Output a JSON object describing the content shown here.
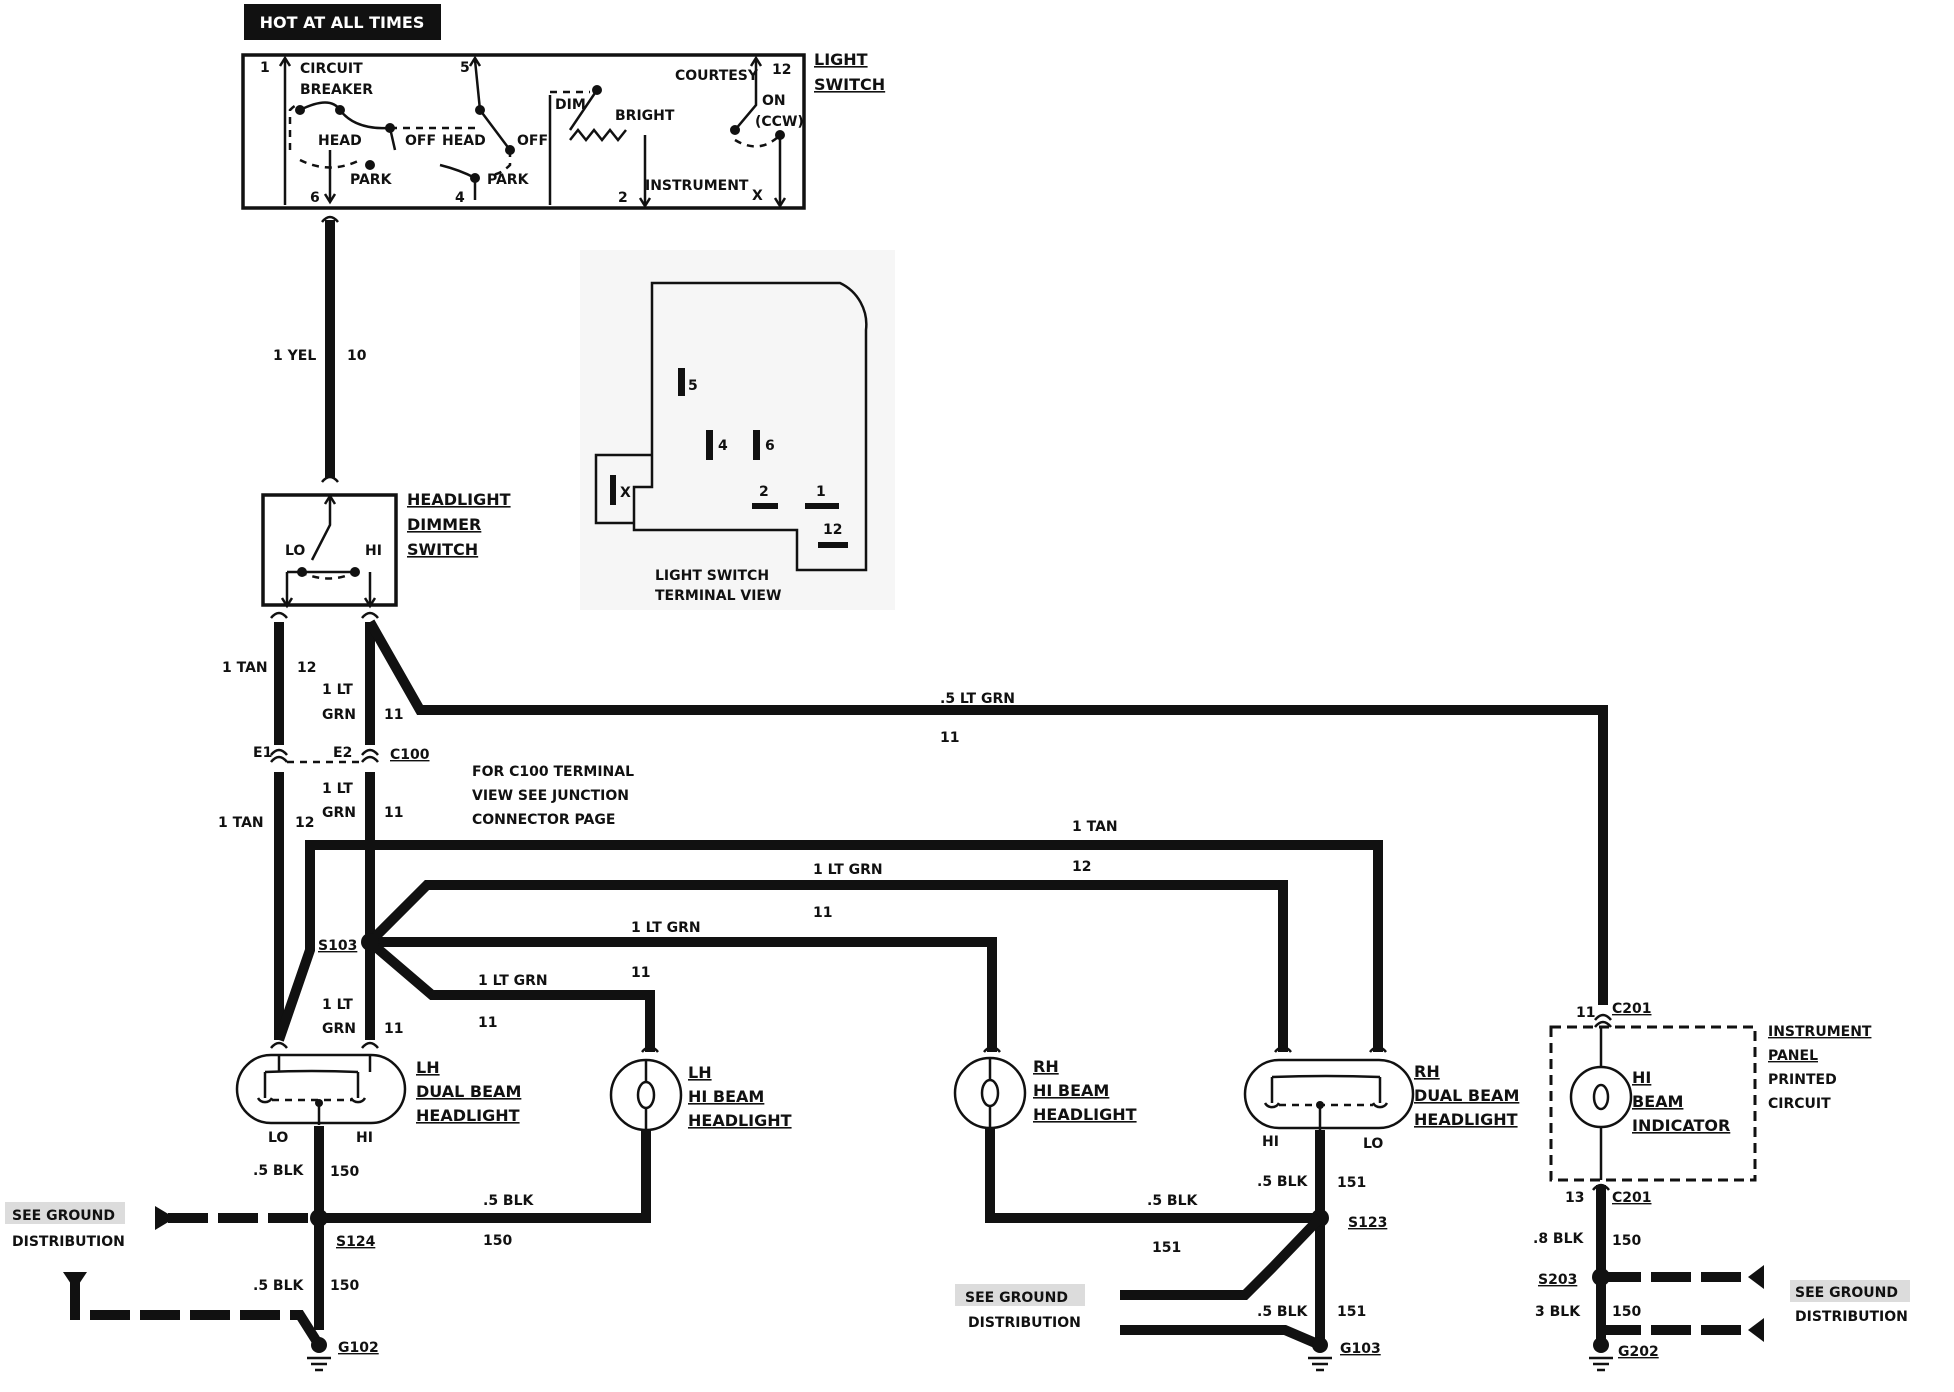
{
  "hot_at_all_times": "HOT AT ALL TIMES",
  "light_switch": {
    "title": [
      "LIGHT",
      "SWITCH"
    ],
    "pins": [
      "1",
      "5",
      "12",
      "6",
      "4",
      "2",
      "X"
    ],
    "circuit_breaker": [
      "CIRCUIT",
      "BREAKER"
    ],
    "courtesy": "COURTESY",
    "on": "ON",
    "ccw": "(CCW)",
    "dim": "DIM",
    "bright": "BRIGHT",
    "instrument": "INSTRUMENT",
    "head": "HEAD",
    "off": "OFF",
    "park": "PARK"
  },
  "terminal_view": {
    "title": [
      "LIGHT SWITCH",
      "TERMINAL VIEW"
    ],
    "terminals": [
      "5",
      "4",
      "6",
      "2",
      "1",
      "12",
      "X"
    ]
  },
  "dimmer_switch": {
    "title": [
      "HEADLIGHT",
      "DIMMER",
      "SWITCH"
    ],
    "lo": "LO",
    "hi": "HI"
  },
  "wires": {
    "yel_gauge": "1 YEL",
    "yel_circuit": "10",
    "tan_gauge": "1 TAN",
    "tan_circuit": "12",
    "lt_grn_gauge": [
      "1 LT",
      "GRN"
    ],
    "lt_grn_circuit": "11",
    "lt_grn_small": ".5 LT GRN",
    "lt_grn_one": "1 LT GRN",
    "blk_small": ".5 BLK",
    "blk_8": ".8 BLK",
    "blk_3": "3 BLK",
    "c150": "150",
    "c151": "151",
    "c13": "13",
    "c11": "11"
  },
  "connectors": {
    "e1": "E1",
    "e2": "E2",
    "c100": "C100",
    "c201": "C201",
    "s103": "S103",
    "s124": "S124",
    "s123": "S123",
    "s203": "S203",
    "g102": "G102",
    "g103": "G103",
    "g202": "G202"
  },
  "c100_note": [
    "FOR C100 TERMINAL",
    "VIEW SEE JUNCTION",
    "CONNECTOR PAGE"
  ],
  "lh_dual": {
    "label": [
      "LH",
      "DUAL BEAM",
      "HEADLIGHT"
    ],
    "lo": "LO",
    "hi": "HI"
  },
  "lh_hi": {
    "label": [
      "LH",
      "HI BEAM",
      "HEADLIGHT"
    ]
  },
  "rh_hi": {
    "label": [
      "RH",
      "HI BEAM",
      "HEADLIGHT"
    ]
  },
  "rh_dual": {
    "label": [
      "RH",
      "DUAL BEAM",
      "HEADLIGHT"
    ],
    "hi": "HI",
    "lo": "LO"
  },
  "indicator": {
    "label": [
      "HI",
      "BEAM",
      "INDICATOR"
    ]
  },
  "instrument_panel": [
    "INSTRUMENT",
    "PANEL",
    "PRINTED",
    "CIRCUIT"
  ],
  "ground_dist": [
    "SEE GROUND",
    "DISTRIBUTION"
  ]
}
